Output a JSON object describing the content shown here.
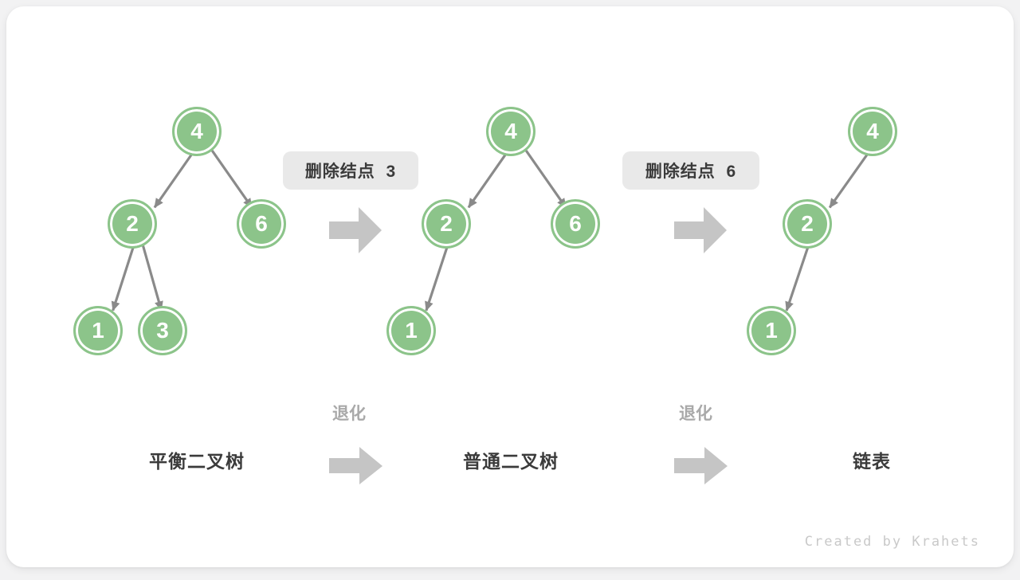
{
  "watermark": "Created by Krahets",
  "transitions": [
    {
      "label": "删除结点  3"
    },
    {
      "label": "删除结点  6"
    }
  ],
  "degrade_labels": [
    "退化",
    "退化"
  ],
  "stages": [
    "平衡二叉树",
    "普通二叉树",
    "链表"
  ],
  "trees": [
    {
      "name": "balanced-binary-tree",
      "nodes": [
        {
          "value": "4"
        },
        {
          "value": "2"
        },
        {
          "value": "6"
        },
        {
          "value": "1"
        },
        {
          "value": "3"
        }
      ],
      "edges": [
        "4→2",
        "4→6",
        "2→1",
        "2→3"
      ]
    },
    {
      "name": "ordinary-binary-tree",
      "nodes": [
        {
          "value": "4"
        },
        {
          "value": "2"
        },
        {
          "value": "6"
        },
        {
          "value": "1"
        }
      ],
      "edges": [
        "4→2",
        "4→6",
        "2→1"
      ]
    },
    {
      "name": "linked-list",
      "nodes": [
        {
          "value": "4"
        },
        {
          "value": "2"
        },
        {
          "value": "1"
        }
      ],
      "edges": [
        "4→2",
        "2→1"
      ]
    }
  ],
  "colors": {
    "node_green": "#8CC48A",
    "edge_gray": "#8A8A8A",
    "block_arrow_gray": "#C5C5C5",
    "label_box_bg": "#E9E9E9",
    "dark_text": "#3B3B3B",
    "muted_text": "#A9A9A9",
    "watermark_text": "#C9C9C9",
    "card_bg": "#FFFFFF",
    "page_bg": "#F2F2F3"
  }
}
